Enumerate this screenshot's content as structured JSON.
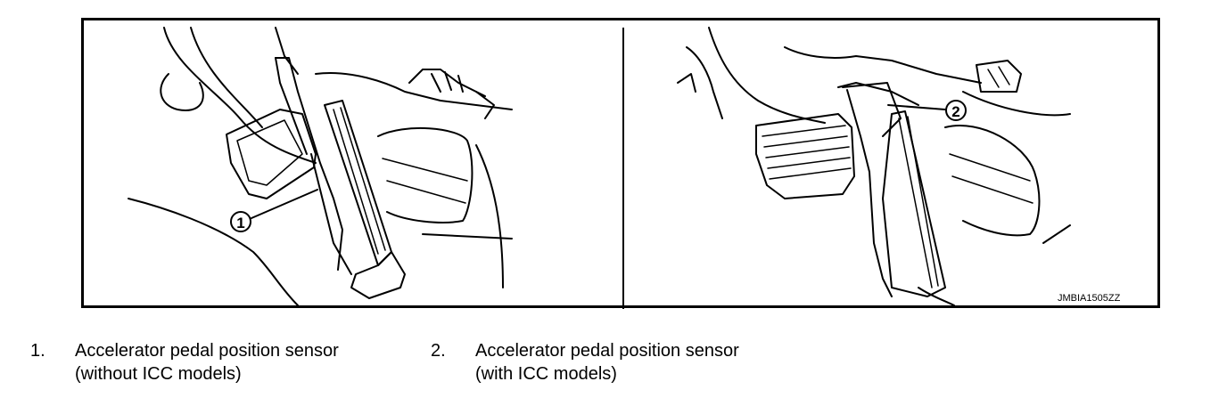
{
  "figure": {
    "code": "JMBIA1505ZZ",
    "callouts": [
      "1",
      "2"
    ]
  },
  "legend": [
    {
      "number": "1.",
      "line1": "Accelerator pedal position sensor",
      "line2": "(without ICC models)"
    },
    {
      "number": "2.",
      "line1": "Accelerator pedal position sensor",
      "line2": "(with ICC models)"
    }
  ]
}
